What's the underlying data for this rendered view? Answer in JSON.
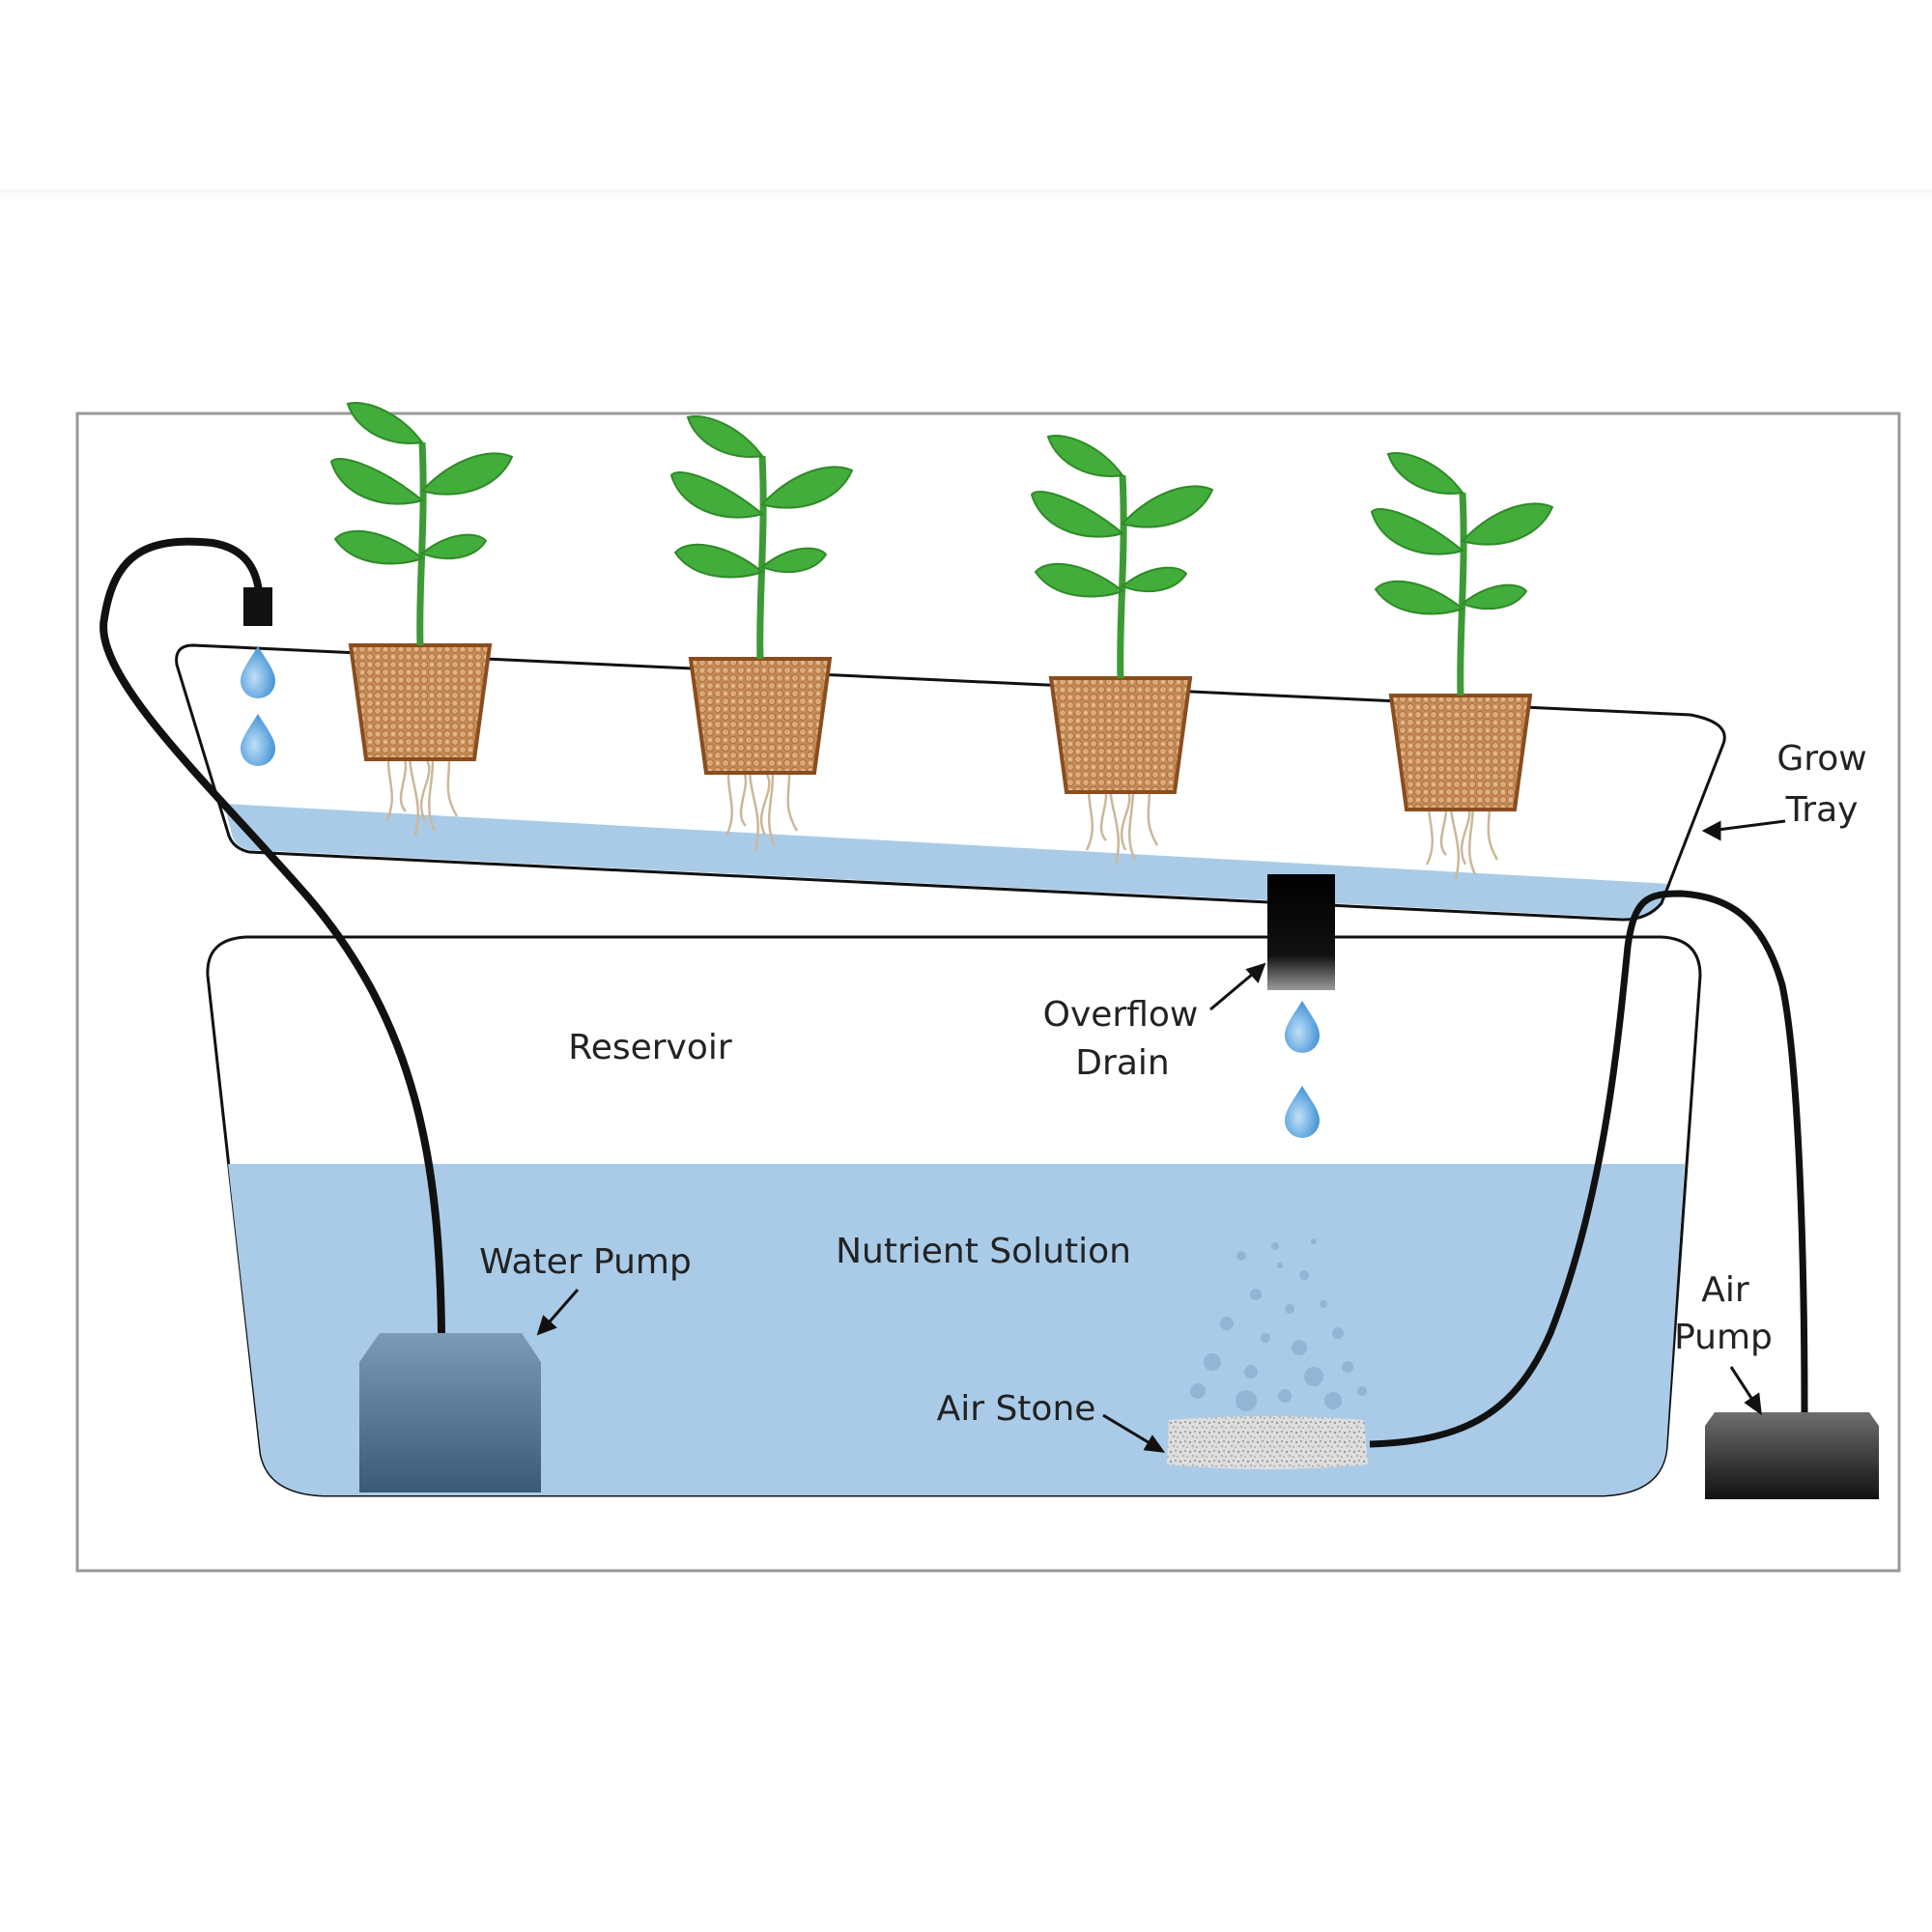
{
  "labels": {
    "grow_tray": [
      "Grow",
      "Tray"
    ],
    "reservoir": "Reservoir",
    "overflow_drain": [
      "Overflow",
      "Drain"
    ],
    "nutrient_solution": "Nutrient Solution",
    "water_pump": "Water Pump",
    "air_stone": "Air Stone",
    "air_pump": [
      "Air",
      "Pump"
    ]
  },
  "colors": {
    "water": "#a9cbe8",
    "leaf": "#3da637",
    "pot": "#b87a45",
    "tubing": "#111111",
    "water_pump": "#4d6f8d",
    "air_pump": "#2b2b2b",
    "drop": "#3f8fd6"
  },
  "plants": 4
}
